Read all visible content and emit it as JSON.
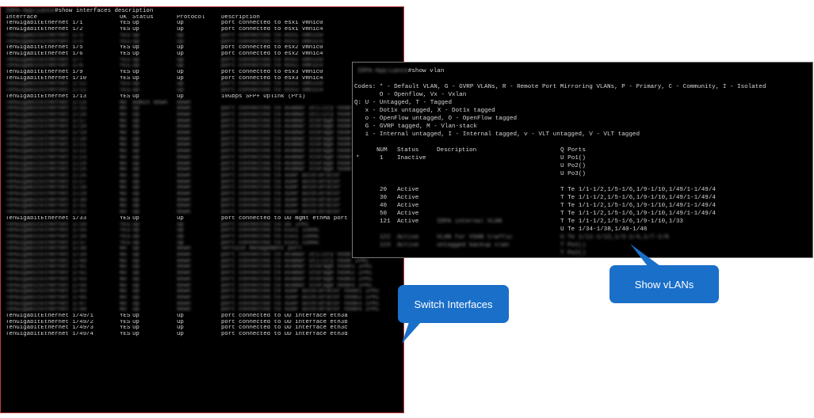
{
  "switch_terminal": {
    "prompt_suffix": "#show interfaces description",
    "headers": [
      "Interface",
      "OK",
      "Status",
      "Protocol",
      "Description"
    ],
    "rows": [
      [
        "TenGigabitEthernet 1/1",
        "YES",
        "up",
        "up",
        "port connected to esx1 vmnic0"
      ],
      [
        "TenGigabitEthernet 1/2",
        "YES",
        "up",
        "up",
        "port connected to esx1 vmnic4"
      ],
      [
        "TenGigabitEthernet 1/3",
        "YES",
        "up",
        "up",
        "port connected to esx1 vmnic0"
      ],
      [
        "TenGigabitEthernet 1/4",
        "YES",
        "up",
        "up",
        "port connected to esx1 vmnic4"
      ],
      [
        "TenGigabitEthernet 1/5",
        "YES",
        "up",
        "up",
        "port connected to esx2 vmnic0"
      ],
      [
        "TenGigabitEthernet 1/6",
        "YES",
        "up",
        "up",
        "port connected to esx2 vmnic4"
      ],
      [
        "TenGigabitEthernet 1/7",
        "YES",
        "up",
        "up",
        "port connected to esx2 vmnic0"
      ],
      [
        "TenGigabitEthernet 1/8",
        "YES",
        "up",
        "up",
        "port connected to esx2 vmnic4"
      ],
      [
        "TenGigabitEthernet 1/9",
        "YES",
        "up",
        "up",
        "port connected to esx3 vmnic0"
      ],
      [
        "TenGigabitEthernet 1/10",
        "YES",
        "up",
        "up",
        "port connected to esx3 vmnic4"
      ],
      [
        "TenGigabitEthernet 1/11",
        "YES",
        "up",
        "up",
        "port connected to esx3 vmnic0"
      ],
      [
        "TenGigabitEthernet 1/12",
        "YES",
        "up",
        "up",
        "port connected to esx3 vmnic4"
      ],
      [
        "TenGigabitEthernet 1/13",
        "YES",
        "up",
        "up",
        "10Gbps SFP+ Uplink (Pri)"
      ],
      [
        "TenGigabitEthernet 1/14",
        "NO",
        "admin down",
        "down",
        ""
      ],
      [
        "TenGigabitEthernet 1/15",
        "NO",
        "up",
        "down",
        "port connected to Avamar utility node"
      ],
      [
        "TenGigabitEthernet 1/16",
        "NO",
        "up",
        "down",
        "port connected to Avamar utility node"
      ],
      [
        "TenGigabitEthernet 1/17",
        "NO",
        "up",
        "down",
        "port connected to Avamar storage node"
      ],
      [
        "TenGigabitEthernet 1/18",
        "NO",
        "up",
        "down",
        "port connected to Avamar storage node"
      ],
      [
        "TenGigabitEthernet 1/19",
        "NO",
        "up",
        "down",
        "port connected to Avamar storage node"
      ],
      [
        "TenGigabitEthernet 1/20",
        "NO",
        "up",
        "down",
        "port connected to Avamar storage node"
      ],
      [
        "TenGigabitEthernet 1/21",
        "NO",
        "up",
        "down",
        "port connected to Avamar storage node"
      ],
      [
        "TenGigabitEthernet 1/22",
        "NO",
        "up",
        "down",
        "port connected to Avamar storage node"
      ],
      [
        "TenGigabitEthernet 1/23",
        "NO",
        "up",
        "down",
        "port connected to Avamar storage node"
      ],
      [
        "TenGigabitEthernet 1/24",
        "NO",
        "up",
        "down",
        "port connected to Avamar storage node"
      ],
      [
        "TenGigabitEthernet 1/25",
        "NO",
        "up",
        "down",
        "port connected to Avamar storage node"
      ],
      [
        "TenGigabitEthernet 1/26",
        "NO",
        "up",
        "down",
        "port connected to XDRP accelerator"
      ],
      [
        "TenGigabitEthernet 1/27",
        "NO",
        "up",
        "down",
        "port connected to XDRP accelerator"
      ],
      [
        "TenGigabitEthernet 1/28",
        "NO",
        "up",
        "down",
        "port connected to XDRP accelerator"
      ],
      [
        "TenGigabitEthernet 1/29",
        "NO",
        "up",
        "down",
        "port connected to XDRP accelerator"
      ],
      [
        "TenGigabitEthernet 1/30",
        "NO",
        "up",
        "down",
        "port connected to XDRP accelerator"
      ],
      [
        "TenGigabitEthernet 1/31",
        "NO",
        "up",
        "down",
        "port connected to XDRP accelerator"
      ],
      [
        "TenGigabitEthernet 1/32",
        "NO",
        "up",
        "down",
        "port connected to XDRP accelerator"
      ],
      [
        "TenGigabitEthernet 1/33",
        "YES",
        "up",
        "up",
        "port connected to DD mgmt ethMa port"
      ],
      [
        "TenGigabitEthernet 1/34",
        "YES",
        "up",
        "up",
        "port connected to DD IPMI"
      ],
      [
        "TenGigabitEthernet 1/35",
        "YES",
        "up",
        "up",
        "port connected to ESXi iDRAC"
      ],
      [
        "TenGigabitEthernet 1/36",
        "YES",
        "up",
        "up",
        "port connected to ESXi iDRAC"
      ],
      [
        "TenGigabitEthernet 1/37",
        "YES",
        "up",
        "up",
        "port connected to ESXi iDRAC"
      ],
      [
        "TenGigabitEthernet 1/38",
        "NO",
        "up",
        "down",
        "service management port"
      ],
      [
        "TenGigabitEthernet 1/39",
        "NO",
        "up",
        "down",
        "port connected to Avamar utility node eth3"
      ],
      [
        "TenGigabitEthernet 1/40",
        "NO",
        "up",
        "down",
        "port connected to Avamar utility node IPMI"
      ],
      [
        "TenGigabitEthernet 1/41",
        "NO",
        "up",
        "down",
        "port connected to Avamar storage node1 IPMI"
      ],
      [
        "TenGigabitEthernet 1/42",
        "NO",
        "up",
        "down",
        "port connected to Avamar storage node2 IPMI"
      ],
      [
        "TenGigabitEthernet 1/43",
        "NO",
        "up",
        "down",
        "port connected to Avamar storage node3 IPMI"
      ],
      [
        "TenGigabitEthernet 1/44",
        "NO",
        "up",
        "down",
        "port connected to Avamar storage node4 IPMI"
      ],
      [
        "TenGigabitEthernet 1/45",
        "NO",
        "up",
        "down",
        "port connected to XDRP accelerator node1 IPMI"
      ],
      [
        "TenGigabitEthernet 1/46",
        "NO",
        "up",
        "down",
        "port connected to XDRP accelerator node2 IPMI"
      ],
      [
        "TenGigabitEthernet 1/47",
        "NO",
        "up",
        "down",
        "port connected to XDRP accelerator node3 IPMI"
      ],
      [
        "TenGigabitEthernet 1/48",
        "NO",
        "up",
        "down",
        "port connected to XDRP accelerator node4 IPMI"
      ],
      [
        "TenGigabitEthernet 1/49/1",
        "YES",
        "up",
        "up",
        "port connected to DD interface eth3a"
      ],
      [
        "TenGigabitEthernet 1/49/2",
        "YES",
        "up",
        "up",
        "port connected to DD interface eth3b"
      ],
      [
        "TenGigabitEthernet 1/49/3",
        "YES",
        "up",
        "up",
        "port connected to DD interface eth3c"
      ],
      [
        "TenGigabitEthernet 1/49/4",
        "YES",
        "up",
        "up",
        "port connected to DD interface eth3d"
      ]
    ],
    "blurred_rows": [
      2,
      3,
      6,
      7,
      10,
      11,
      13,
      14,
      15,
      16,
      17,
      18,
      19,
      20,
      21,
      22,
      23,
      24,
      25,
      26,
      27,
      28,
      29,
      30,
      31,
      33,
      34,
      35,
      36,
      37,
      38,
      39,
      40,
      41,
      42,
      43,
      44,
      45,
      46,
      47
    ]
  },
  "vlan_terminal": {
    "prompt_suffix": "#show vlan",
    "codes": [
      "Codes: * - Default VLAN, G - GVRP VLANs, R - Remote Port Mirroring VLANs, P - Primary, C - Community, I - Isolated",
      "       O - Openflow, Vx - Vxlan",
      "Q: U - Untagged, T - Tagged",
      "   x - Dot1x untagged, X - Dot1x tagged",
      "   o - OpenFlow untagged, O - OpenFlow tagged",
      "   G - GVRP tagged, M - Vlan-stack",
      "   i - Internal untagged, I - Internal tagged, v - VLT untagged, V - VLT tagged"
    ],
    "headers": [
      "NUM",
      "Status",
      "Description",
      "Q Ports"
    ],
    "rows": [
      {
        "star": "*",
        "num": "1",
        "status": "Inactive",
        "desc": "",
        "ports": [
          "U Po1()",
          "U Po2()",
          "U Po3()"
        ]
      },
      {
        "star": "",
        "num": "20",
        "status": "Active",
        "desc": "",
        "ports": [
          "T Te 1/1-1/2,1/5-1/6,1/9-1/10,1/49/1-1/49/4"
        ]
      },
      {
        "star": "",
        "num": "30",
        "status": "Active",
        "desc": "",
        "ports": [
          "T Te 1/1-1/2,1/5-1/6,1/9-1/10,1/49/1-1/49/4"
        ]
      },
      {
        "star": "",
        "num": "40",
        "status": "Active",
        "desc": "",
        "ports": [
          "T Te 1/1-1/2,1/5-1/6,1/9-1/10,1/49/1-1/49/4"
        ]
      },
      {
        "star": "",
        "num": "50",
        "status": "Active",
        "desc": "",
        "ports": [
          "T Te 1/1-1/2,1/5-1/6,1/9-1/10,1/49/1-1/49/4"
        ]
      },
      {
        "star": "",
        "num": "121",
        "status": "Active",
        "desc": "IDPA internal VLAN",
        "ports": [
          "T Te 1/1-1/2,1/5-1/6,1/9-1/10,1/33",
          "U Te 1/34-1/38,1/40-1/48"
        ]
      },
      {
        "star": "",
        "num": "122",
        "status": "Active",
        "desc": "VLAN for VSAN traffic",
        "ports": [
          "U Te 1/11-1/12,1/3-1/4,1/7-1/8"
        ]
      },
      {
        "star": "",
        "num": "123",
        "status": "Active",
        "desc": "untagged backup vlan",
        "ports": [
          "T Po1()",
          "T Po2()",
          "T Po3()",
          "U Te 1/1-1/2,1/5-1/6,1/9-1/10,1/15,1/18-1/28,1/30,1/49/1-1/49/4"
        ]
      }
    ],
    "blurred_prefix": "IDPA-Appliance",
    "blurred_rows": [
      6,
      7
    ]
  },
  "callouts": {
    "switch_interfaces": "Switch Interfaces",
    "show_vlans": "Show vLANs",
    "color": "#1a6fc9"
  }
}
